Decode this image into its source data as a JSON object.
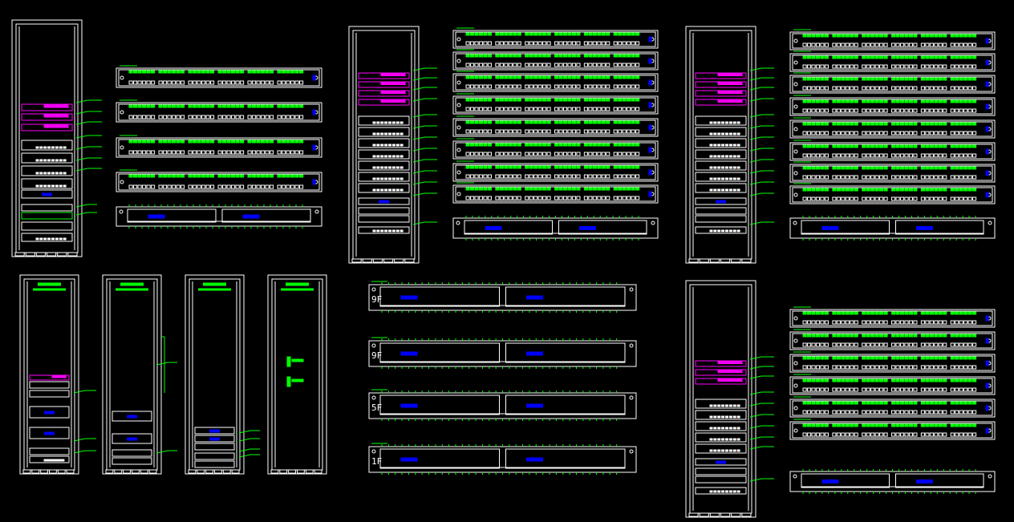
{
  "drawing": {
    "background": "#000000",
    "colors": {
      "line": "#ffffff",
      "label": "#00ff00",
      "pink": "#ff00ff",
      "blue": "#0000ff",
      "port": "#00ff00"
    },
    "cabinet_labels": {
      "small_top": "mmm",
      "big_text_1": "— — —",
      "big_text_2": "— — — —"
    },
    "floor_labels": [
      "9F",
      "9F",
      "5F",
      "1F"
    ]
  }
}
